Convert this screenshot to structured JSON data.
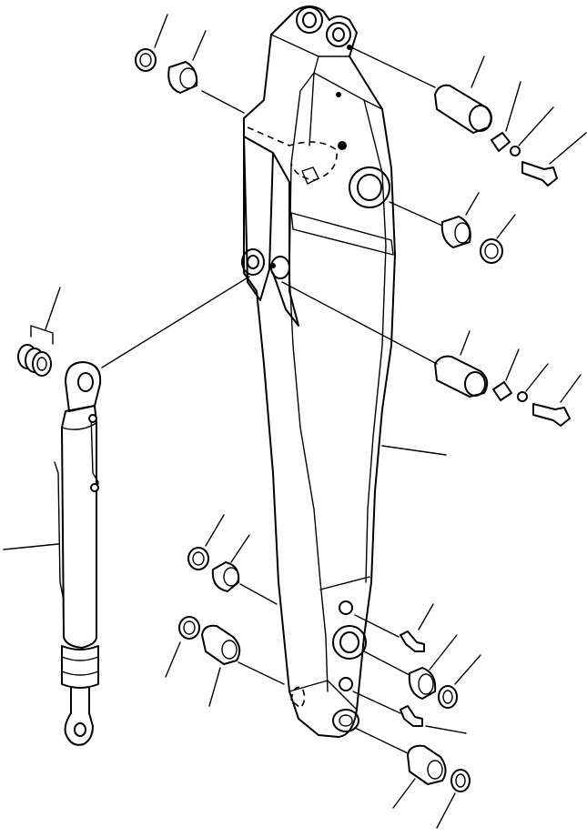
{
  "diagram": {
    "style": "exploded-parts-view",
    "line_color": "#000000",
    "background": "#ffffff",
    "main_parts": [
      "arm",
      "bucket-cylinder"
    ],
    "small_parts": [
      "bushing",
      "pin",
      "plate",
      "washer",
      "bolt",
      "seal",
      "shim",
      "grease-fitting"
    ]
  }
}
